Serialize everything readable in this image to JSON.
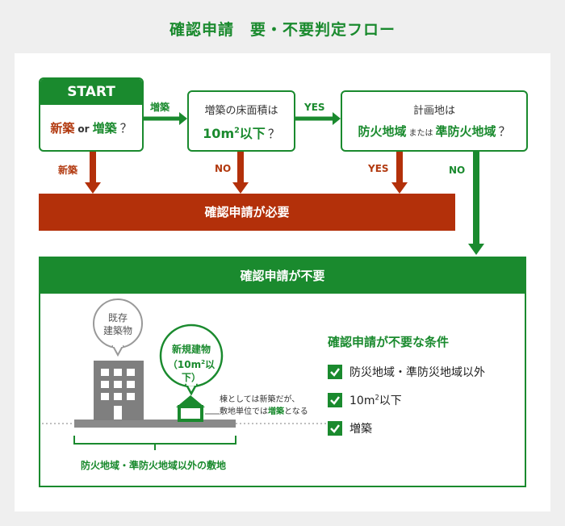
{
  "title": "確認申請　要・不要判定フロー",
  "start": {
    "head": "START",
    "q_new": "新築",
    "q_or": "or",
    "q_add": "増築",
    "q_mark": "？"
  },
  "area_box": {
    "line1": "増築の床面積は",
    "value": "10m",
    "sup": "2",
    "suffix": "以下",
    "q_mark": "？"
  },
  "zone_box": {
    "line1": "計画地は",
    "zone_a": "防火地域",
    "or_word": "または",
    "zone_b": "準防火地域",
    "q_mark": "？"
  },
  "labels": {
    "add": "増築",
    "new": "新築",
    "no1": "NO",
    "yes1": "YES",
    "yes2": "YES",
    "no2": "NO"
  },
  "required": "確認申請が必要",
  "not_required": "確認申請が不要",
  "illustration": {
    "existing_l1": "既存",
    "existing_l2": "建築物",
    "new_l1": "新規建物",
    "new_l2": "（10m",
    "new_sup": "2",
    "new_l2b": "以下）",
    "note_l1": "棟としては新築だが、",
    "note_l2a": "敷地単位では",
    "note_l2b": "増築",
    "note_l2c": "となる",
    "ground": "防火地域・準防火地域以外の敷地"
  },
  "conditions": {
    "title": "確認申請が不要な条件",
    "items": [
      "防災地域・準防災地域以外",
      "10m",
      "増築"
    ],
    "item2_sup": "2",
    "item2_suffix": "以下"
  },
  "colors": {
    "green": "#1a8a2e",
    "red": "#b3300a",
    "gray": "#8a8a8a"
  }
}
